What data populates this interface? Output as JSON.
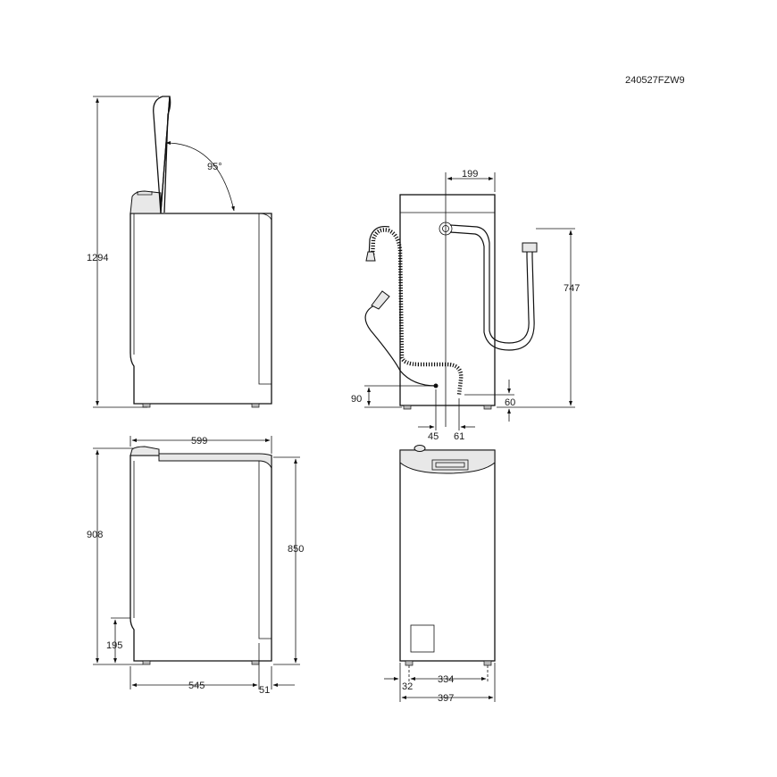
{
  "product_code": "240527FZW9",
  "dimensions": {
    "total_height_lid_open": "1294",
    "lid_angle": "95°",
    "hose_offset_top": "199",
    "inlet_height": "747",
    "drain_height": "90",
    "outlet_height": "60",
    "drain_offset_left": "45",
    "drain_offset_right": "61",
    "depth_total": "599",
    "height_total": "908",
    "height_body": "850",
    "plinth_height": "195",
    "depth_body": "545",
    "depth_rear": "51",
    "width_feet": "334",
    "feet_inset": "32",
    "width_total": "397"
  }
}
